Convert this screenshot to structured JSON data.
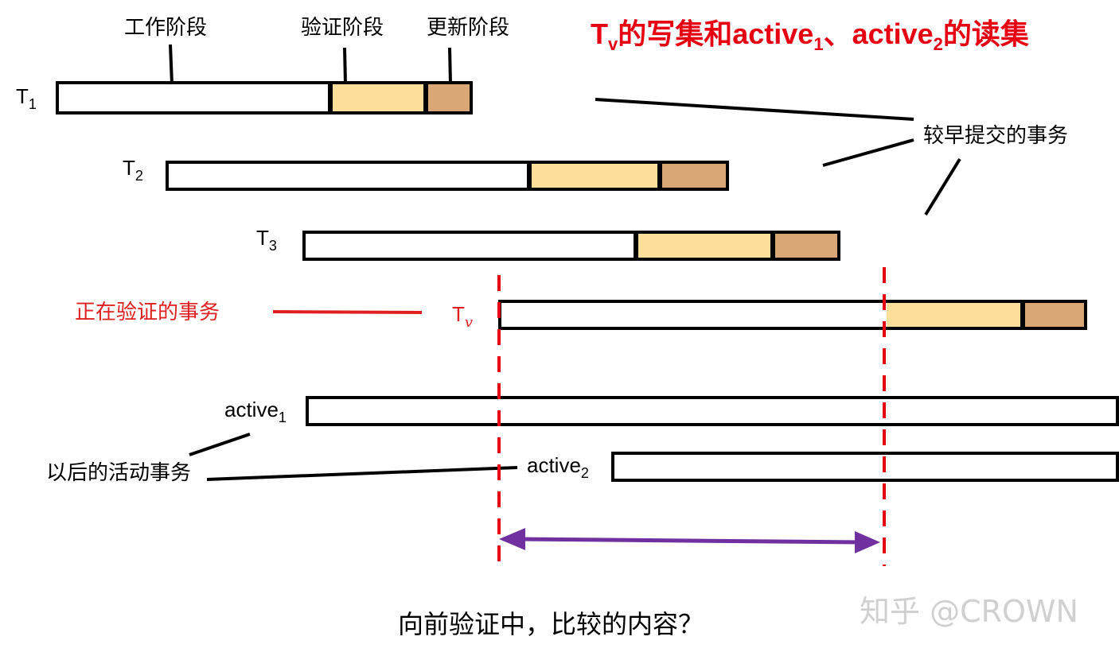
{
  "title": {
    "main": "T",
    "sub": "v",
    "text1": "的写集和active",
    "sub1": "1",
    "text2": "、active",
    "sub2": "2",
    "text3": "的读集"
  },
  "phases": {
    "work": "工作阶段",
    "validate": "验证阶段",
    "update": "更新阶段"
  },
  "transactions": [
    {
      "label": "T",
      "sub": "1"
    },
    {
      "label": "T",
      "sub": "2"
    },
    {
      "label": "T",
      "sub": "3"
    },
    {
      "label": "T",
      "sub": "v"
    }
  ],
  "actives": [
    {
      "label": "active",
      "sub": "1"
    },
    {
      "label": "active",
      "sub": "2"
    }
  ],
  "annotations": {
    "earlier_committed": "较早提交的事务",
    "validating": "正在验证的事务",
    "later_active": "以后的活动事务"
  },
  "caption": "向前验证中，比较的内容？",
  "watermark": "知乎 @CROWN",
  "colors": {
    "red": "#e60012",
    "validate_fill": "#fddf9b",
    "update_fill": "#d9a676",
    "arrow": "#7030a0"
  }
}
